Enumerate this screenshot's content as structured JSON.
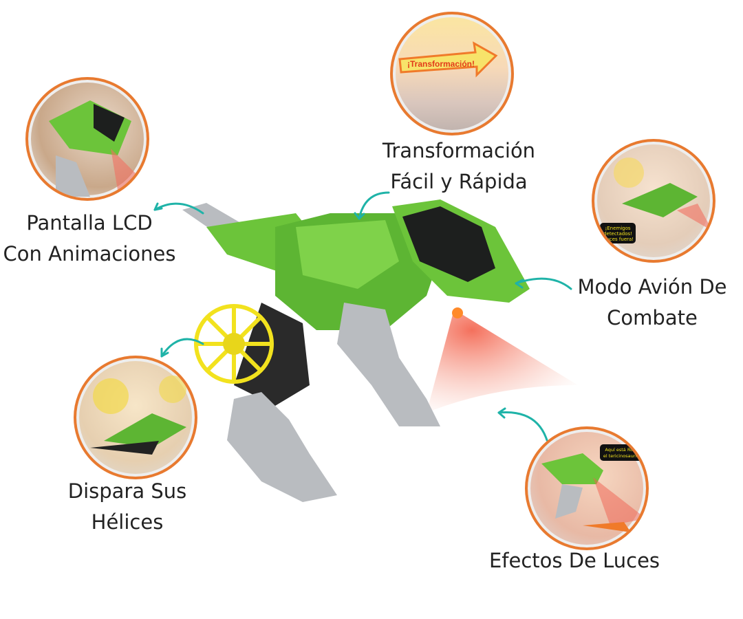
{
  "colors": {
    "circle_border": "#e87a30",
    "arrow": "#1fb3a8",
    "toy_green": "#6cc43a",
    "toy_gray": "#b9bcc0",
    "propeller": "#f2e21e"
  },
  "features": [
    {
      "id": "lcd",
      "line1": "Pantalla LCD",
      "line2": "Con Animaciones",
      "icon": "lcd-screen-dino"
    },
    {
      "id": "transform",
      "line1": "Transformación",
      "line2": "Fácil y Rápida",
      "icon": "transformation-arrow",
      "badge": "¡Transformación!"
    },
    {
      "id": "jet",
      "line1": "Modo Avión De",
      "line2": "Combate",
      "icon": "jet-mode",
      "bubble": [
        "¡Enemigos",
        "detectados!",
        "¡Luces fuera!"
      ]
    },
    {
      "id": "propeller",
      "line1": "Dispara Sus",
      "line2": "Hélices",
      "icon": "propeller-launch"
    },
    {
      "id": "lights",
      "line1": "Efectos De Luces",
      "line2": "",
      "icon": "light-effects",
      "bubble": [
        "Aquí está Roto",
        "el tericinosaurio"
      ]
    }
  ]
}
